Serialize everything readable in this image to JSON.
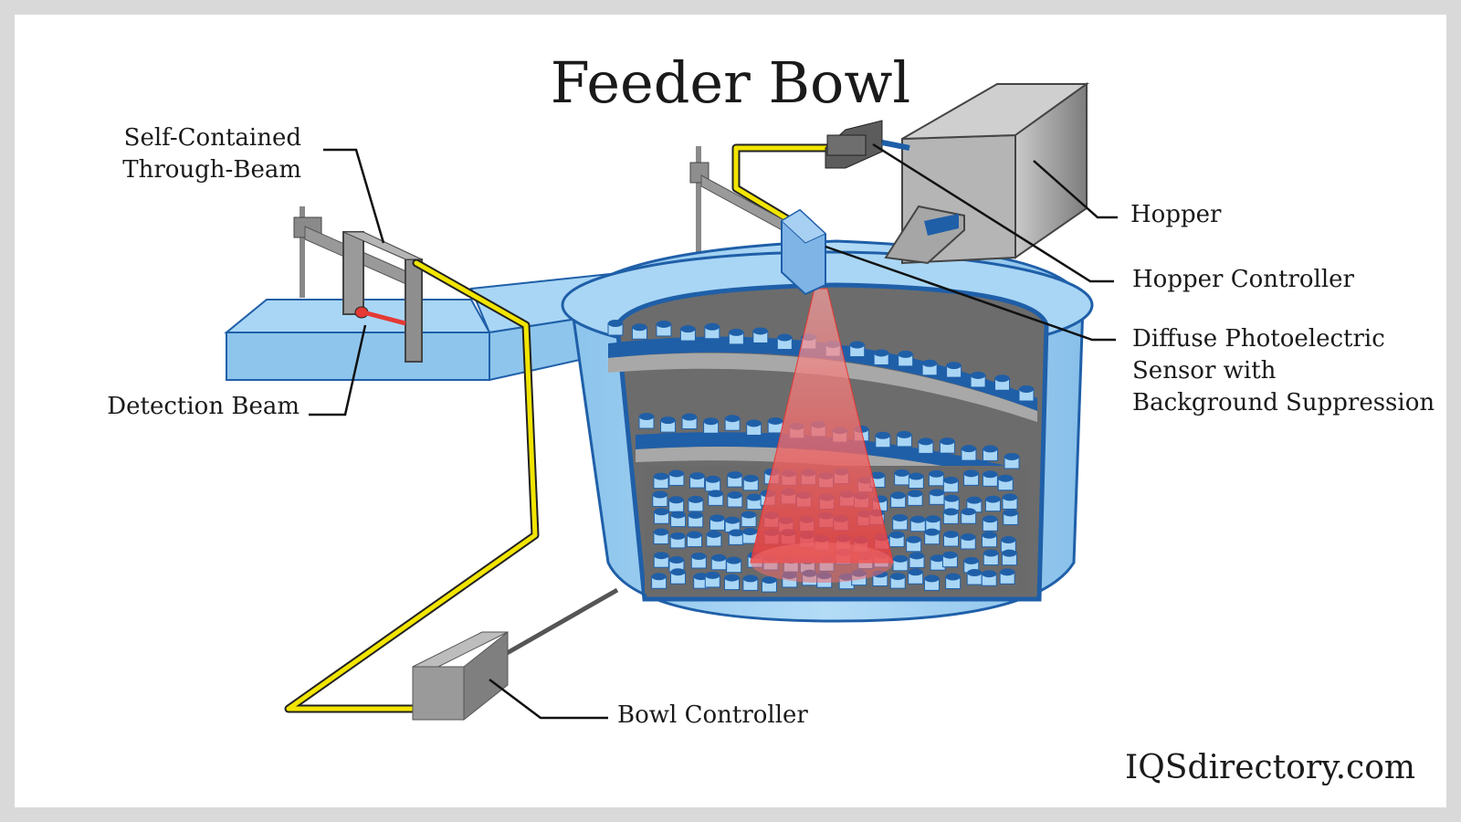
{
  "title": "Feeder Bowl",
  "labels": {
    "through_beam_line1": "Self-Contained",
    "through_beam_line2": "Through-Beam",
    "detection_beam": "Detection Beam",
    "hopper": "Hopper",
    "hopper_controller": "Hopper Controller",
    "diffuse_line1": "Diffuse Photoelectric",
    "diffuse_line2": "Sensor with",
    "diffuse_line3": "Background Suppression",
    "bowl_controller": "Bowl Controller"
  },
  "brand": "IQSdirectory.com",
  "colors": {
    "bowl_light": "#a9d6f5",
    "bowl_mid": "#8ec5ec",
    "bowl_dark": "#1f5fa8",
    "cable": "#f2e500",
    "beam": "#f26b6b",
    "metal": "#9a9a9a"
  }
}
